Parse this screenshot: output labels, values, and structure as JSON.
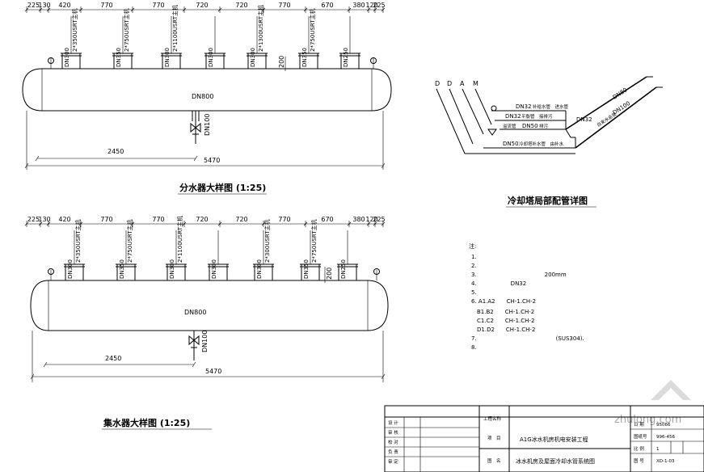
{
  "top_view": {
    "top_dims": [
      "225",
      "130",
      "420",
      "770",
      "770",
      "720",
      "720",
      "770",
      "670",
      "380",
      "120",
      "225"
    ],
    "pipes": [
      "DN300",
      "DN350",
      "DN300",
      "DN300",
      "DN300",
      "DN350",
      "DN250"
    ],
    "pipe_notes": [
      "2*350USRT主机",
      "2*750USRT主机",
      "2*1100USRT主机",
      "",
      "2*1300USRT主机",
      "2*750USRT主机",
      ""
    ],
    "small_dim": "200",
    "header_size": "DN800",
    "drain": "DN100",
    "bottom_dim_1": "2450",
    "bottom_dim_2": "5470",
    "title": "分水器大样图 (1:25)"
  },
  "bottom_view": {
    "top_dims": [
      "225",
      "130",
      "420",
      "770",
      "770",
      "720",
      "720",
      "770",
      "670",
      "380",
      "120",
      "225"
    ],
    "pipes": [
      "DN300",
      "DN350",
      "DN300",
      "DN300",
      "DN300",
      "DN350",
      "DN250"
    ],
    "pipe_notes": [
      "2*350USRT主机",
      "2*750USRT主机",
      "2*1100USRT主机",
      "",
      "2*300USRT主机",
      "2*750USRT主机",
      ""
    ],
    "small_dim": "200",
    "header_size": "DN800",
    "drain": "DN100",
    "bottom_dim_1": "2450",
    "bottom_dim_2": "5470",
    "title": "集水器大样图 (1:25)"
  },
  "tower": {
    "letters": [
      "D",
      "D",
      "A",
      "M"
    ],
    "labels": [
      "DN32",
      "DN32",
      "DN50",
      "DN50",
      "DN32",
      "DN80",
      "DN100"
    ],
    "title": "冷却塔局部配管详图"
  },
  "notes": {
    "items": [
      "1.",
      "2.",
      "3.　　　　　　　　　　　　200mm",
      "4.　　　　　　DN32",
      "5.",
      "6. A1.A2　　CH-1.CH-2",
      "　B1.B2　　CH-1.CH-2",
      "　C1.C2　　CH-1.CH-2",
      "　D1.D2　　CH-1.CH-2",
      "7.　　　　　　　　　　　　　　(SUS304).",
      "8."
    ]
  },
  "title_block": {
    "left_rows": [
      "设 计",
      "审 核",
      "校 对",
      "负 责",
      "审 定"
    ],
    "proj_label": "工程名称",
    "item_label": "项　目",
    "project_name": "A1G冰水机房机电安装工程",
    "drawing_label": "图　名",
    "drawing_name": "冰水机房及屋面冷却水管系统图",
    "right_labels": [
      "日 期",
      "图纸号",
      "比 例",
      "图 号"
    ],
    "right_values": [
      "95066",
      "996-456",
      "1",
      "XD-1-03"
    ]
  },
  "watermark": "zhulong.com"
}
